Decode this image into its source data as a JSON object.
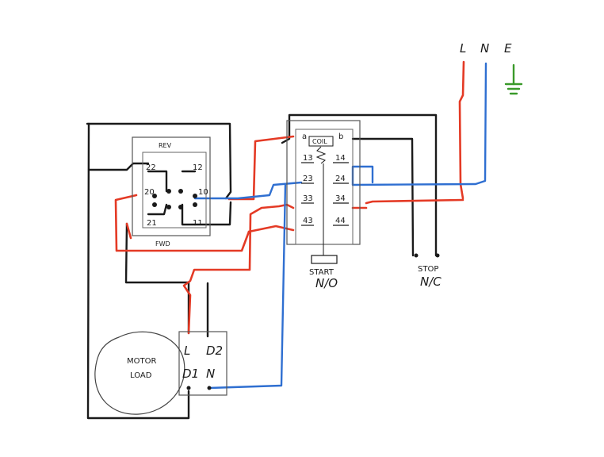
{
  "supply": {
    "live": "L",
    "neutral": "N",
    "earth": "E"
  },
  "reversing_switch": {
    "top_label": "REV",
    "bottom_label": "FWD",
    "terminals": [
      "22",
      "12",
      "20",
      "10",
      "21",
      "11"
    ]
  },
  "contactor": {
    "coil_a": "a",
    "coil_label": "COIL",
    "coil_b": "b",
    "contacts": [
      [
        "13",
        "14"
      ],
      [
        "23",
        "24"
      ],
      [
        "33",
        "34"
      ],
      [
        "43",
        "44"
      ]
    ]
  },
  "start_button": {
    "label": "START",
    "type": "N/O"
  },
  "stop_button": {
    "label": "STOP",
    "type": "N/C"
  },
  "motor": {
    "line1": "MOTOR",
    "line2": "LOAD",
    "terminals": [
      "L",
      "D2",
      "D1",
      "N"
    ]
  },
  "colors": {
    "live": "#e43a25",
    "neutral": "#2f6fd1",
    "earth": "#3a9a2a",
    "control": "#1a1a1a"
  }
}
